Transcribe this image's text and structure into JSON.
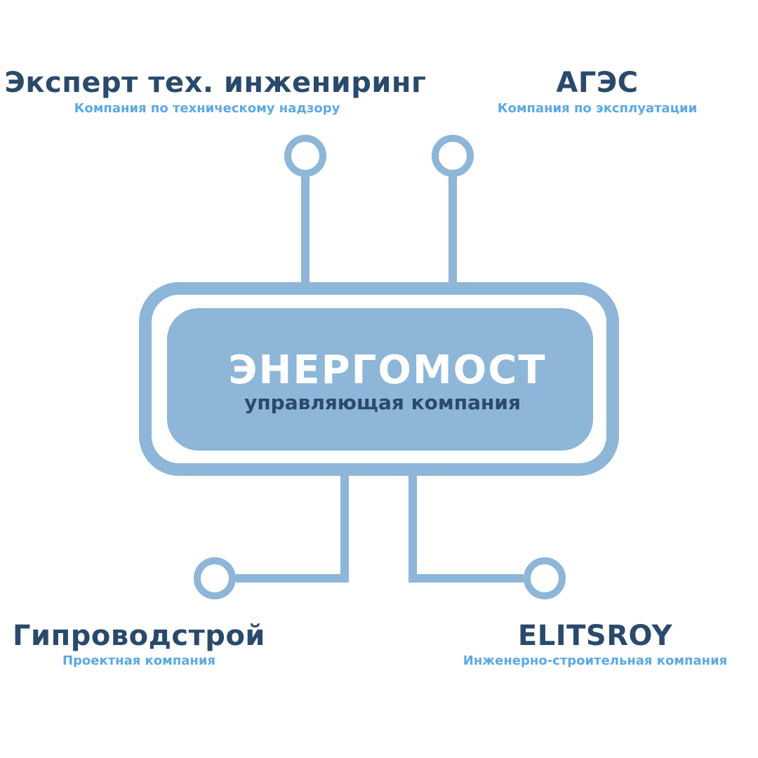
{
  "colors": {
    "connector": "#8db6d8",
    "title": "#2a4a6c",
    "subtitle": "#5aa9e6",
    "center_text": "#ffffff",
    "background": "#ffffff"
  },
  "center": {
    "title": "ЭНЕРГОМОСТ",
    "subtitle": "управляющая компания"
  },
  "nodes": [
    {
      "title": "Эксперт тех. инжениринг",
      "subtitle": "Компания по техническому надзору"
    },
    {
      "title": "АГЭС",
      "subtitle": "Компания по эксплуатации"
    },
    {
      "title": "Гипроводстрой",
      "subtitle": "Проектная компания"
    },
    {
      "title": "ELITSROY",
      "subtitle": "Инженерно-строительная компания"
    }
  ]
}
